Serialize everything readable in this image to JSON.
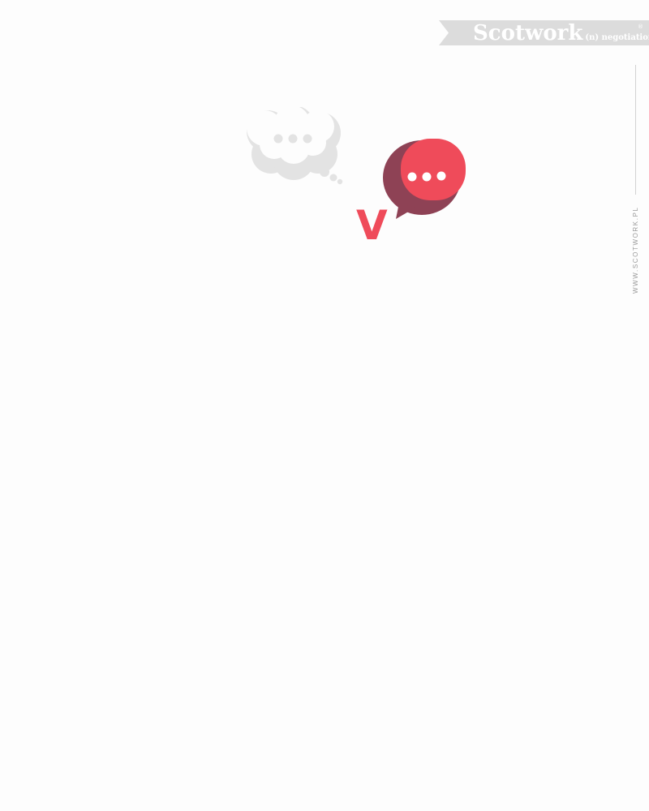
{
  "brand": {
    "name": "Scotwork",
    "tagline": "(n) negotiation",
    "registered_mark": "®",
    "banner_color": "#dcdcdc"
  },
  "side": {
    "url": "WWW.SCOTWORK.PL"
  },
  "illustration": {
    "versus_letter": "V",
    "accent_color": "#ef4b5a",
    "accent_shadow_color": "#8e4255",
    "cloud_color": "#e3e3e3",
    "icons": [
      "thought-cloud-icon",
      "speech-bubble-icon"
    ]
  }
}
